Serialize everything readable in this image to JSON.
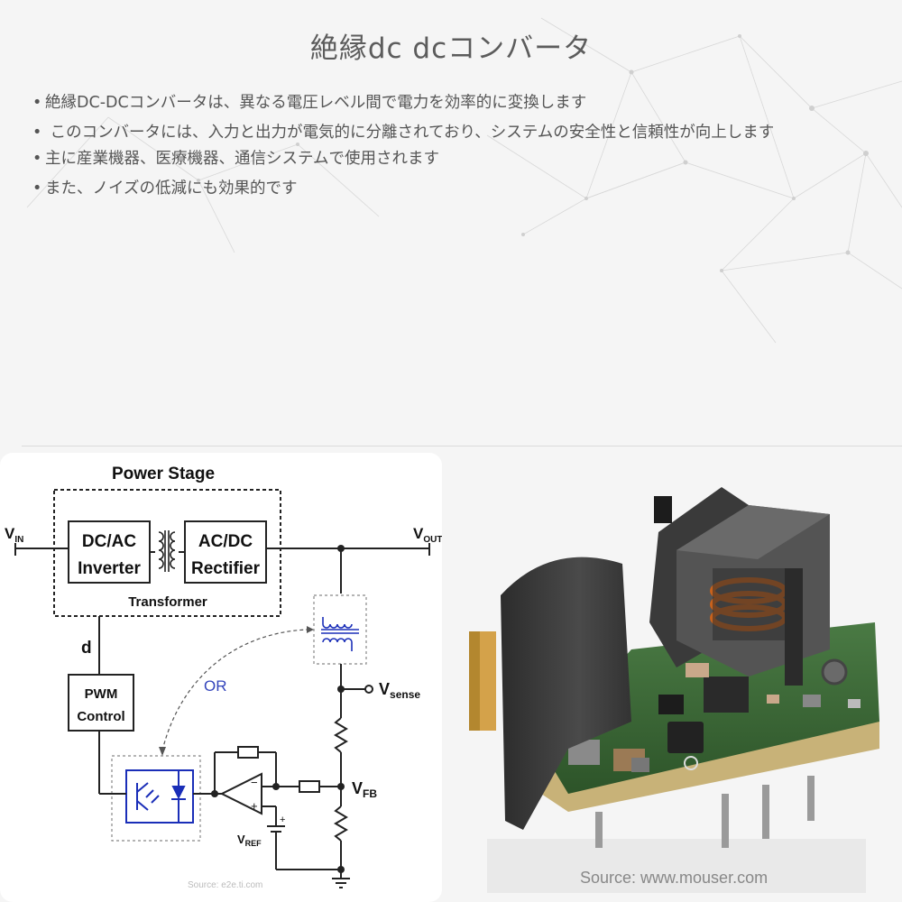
{
  "title": "絶縁dc dcコンバータ",
  "bullets": [
    "絶縁DC-DCコンバータは、異なる電圧レベル間で電力を効率的に変換します",
    " このコンバータには、入力と出力が電気的に分離されており、システムの安全性と信頼性が向上します",
    "主に産業機器、医療機器、通信システムで使用されます",
    "また、ノイズの低減にも効果的です"
  ],
  "diagram": {
    "power_stage_label": "Power Stage",
    "vin_main": "V",
    "vin_sub": "IN",
    "vout_main": "V",
    "vout_sub": "OUT",
    "dcac_line1": "DC/AC",
    "dcac_line2": "Inverter",
    "acdc_line1": "AC/DC",
    "acdc_line2": "Rectifier",
    "transformer_label": "Transformer",
    "d_label": "d",
    "pwm_line1": "PWM",
    "pwm_line2": "Control",
    "or_label": "OR",
    "vsense_main": "V",
    "vsense_sub": "sense",
    "vfb_main": "V",
    "vfb_sub": "FB",
    "vref_main": "V",
    "vref_sub": "REF",
    "minus_sign": "−",
    "plus_sign": "+",
    "source": "Source: e2e.ti.com"
  },
  "photo": {
    "source": "Source: www.mouser.com"
  },
  "colors": {
    "background": "#f5f5f5",
    "title": "#5c5c5c",
    "text": "#555555",
    "optocoupler": "#1a2eb8",
    "or_arrow": "#3344bb",
    "coil_copper": "#c8621c",
    "pcb_green": "#3f6a3a"
  }
}
